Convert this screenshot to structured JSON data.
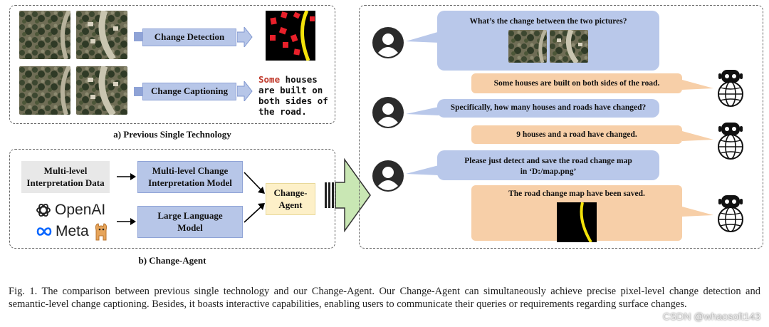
{
  "panel_a": {
    "detection_label": "Change Detection",
    "captioning_label": "Change Captioning",
    "caption_highlight": "Some",
    "caption_rest": " houses are built on both sides of the road.",
    "title": "a) Previous Single Technology"
  },
  "panel_b": {
    "data_label": "Multi-level Interpretation Data",
    "model_label": "Multi-level Change Interpretation Model",
    "llm_label": "Large Language Model",
    "agent_label": "Change-Agent",
    "openai_label": "OpenAI",
    "meta_label": "Meta",
    "title": "b) Change-Agent"
  },
  "chat": {
    "q1": "What’s the change between the two pictures?",
    "a1": "Some houses are built on both sides of the road.",
    "q2": "Specifically, how many houses and roads have changed?",
    "a2": "9 houses and a road have changed.",
    "q3_line1": "Please just detect and save the road change map",
    "q3_line2": "in ‘D:/map.png’",
    "a3": "The road change map have been saved."
  },
  "figure_caption": "Fig. 1.  The comparison between previous single technology and our Change-Agent. Our Change-Agent can simultaneously achieve precise pixel-level change detection and semantic-level change captioning. Besides, it boasts interactive capabilities, enabling users to communicate their queries or requirements regarding surface changes.",
  "watermark": "CSDN @whaosoft143",
  "colors": {
    "blue_box": "#b7c6e8",
    "orange_bubble": "#f7cfa8",
    "beige_box": "#fdf0c8",
    "highlight_red": "#c0392b",
    "arrow_green": "#c9e7b4"
  }
}
